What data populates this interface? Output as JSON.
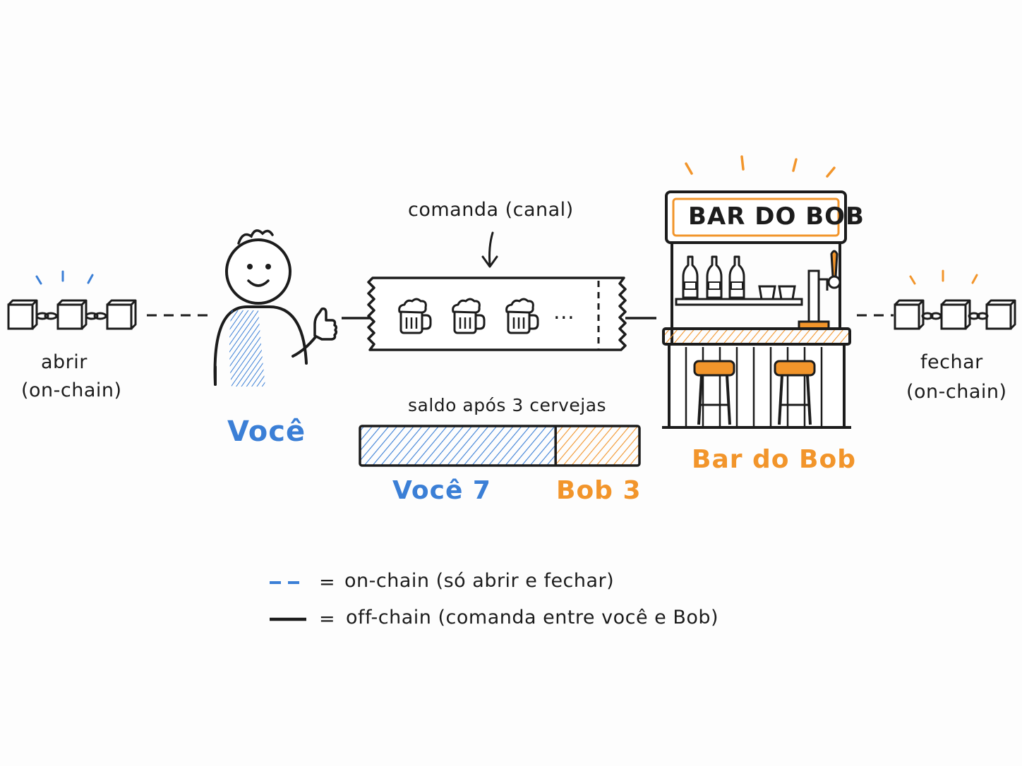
{
  "diagram": {
    "open": {
      "label_line1": "abrir",
      "label_line2": "(on-chain)"
    },
    "close": {
      "label_line1": "fechar",
      "label_line2": "(on-chain)"
    },
    "person": {
      "name": "Você"
    },
    "tab": {
      "caption": "comanda (canal)",
      "ellipsis": "..."
    },
    "bar": {
      "sign": "BAR DO BOB",
      "name": "Bar do Bob"
    },
    "balance": {
      "caption": "saldo após 3 cervejas",
      "you_label": "Você 7",
      "bob_label": "Bob 3",
      "you_value": 7,
      "bob_value": 3
    },
    "legend": {
      "dashed_eq": "=",
      "dashed_text": "on-chain (só abrir e fechar)",
      "solid_eq": "=",
      "solid_text": "off-chain (comanda entre você e Bob)"
    },
    "colors": {
      "you": "#3b7fd6",
      "bob": "#f2952b",
      "ink": "#1c1c1c"
    },
    "icons": [
      "block-chain-icon",
      "beer-mug-icon",
      "bottle-icon",
      "glass-icon",
      "beer-tap-icon",
      "bar-stool-icon",
      "thumbs-up-icon",
      "smiley-face-icon"
    ]
  }
}
